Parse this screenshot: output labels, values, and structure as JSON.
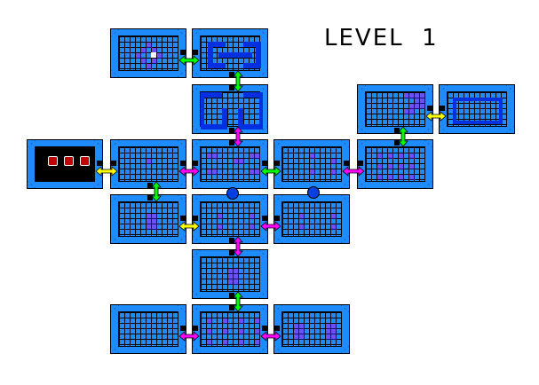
{
  "title": "LEVEL  1",
  "colors": {
    "wall": "#1e8cff",
    "floor": "#1e8cff",
    "water": "#0030e0",
    "green": "#00ff00",
    "yellow": "#ffff00",
    "magenta": "#ff00ff",
    "block": "#6a50ff"
  },
  "connector_colors": [
    "green",
    "green",
    "magenta",
    "yellow",
    "green",
    "yellow",
    "magenta",
    "green",
    "magenta",
    "green",
    "yellow",
    "magenta",
    "magenta",
    "green",
    "magenta",
    "magenta"
  ]
}
